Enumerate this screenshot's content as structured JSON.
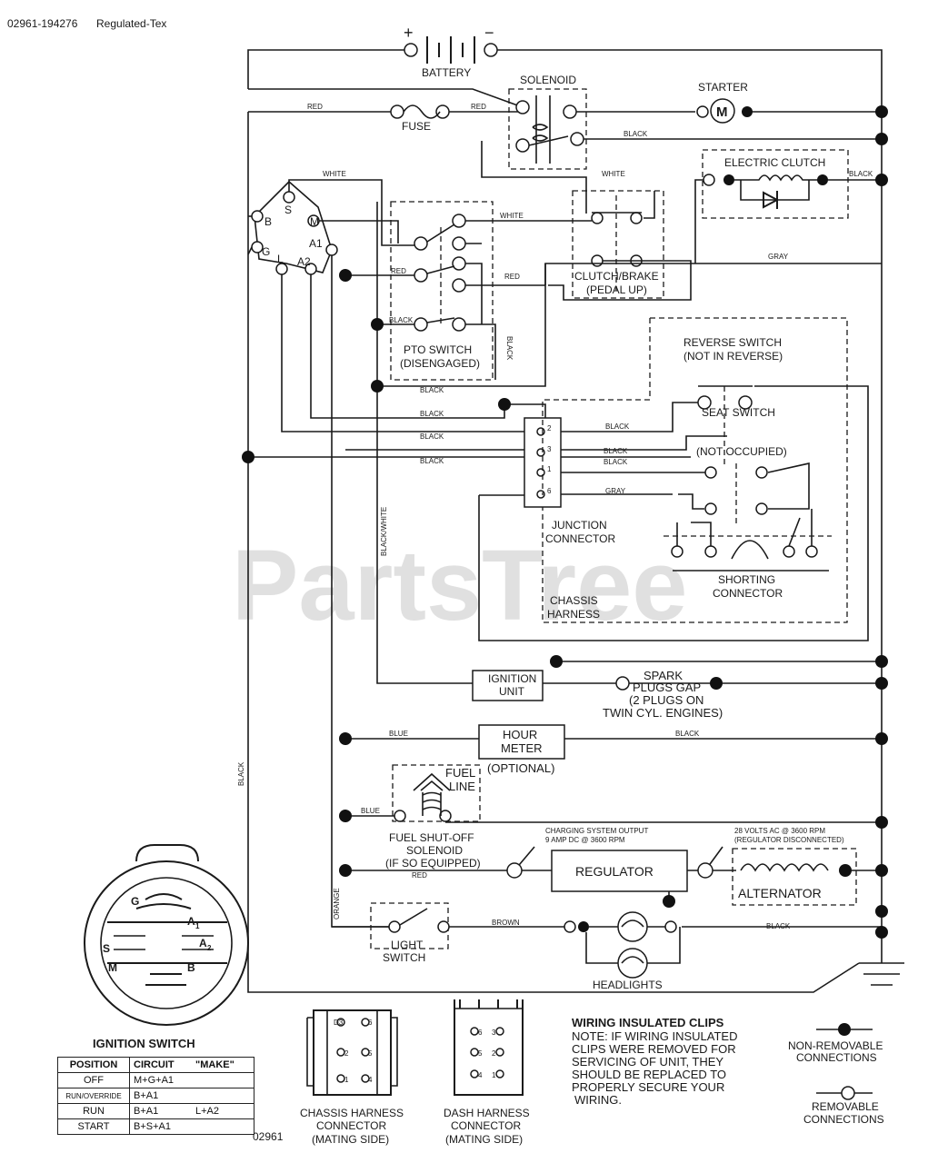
{
  "header": {
    "code": "02961-194276",
    "model": "Regulated-Tex"
  },
  "watermark": "PartsTree",
  "components": {
    "battery": "BATTERY",
    "battery_plus": "+",
    "battery_minus": "−",
    "solenoid": "SOLENOID",
    "starter": "STARTER",
    "starter_symbol": "M",
    "fuse": "FUSE",
    "electric_clutch": "ELECTRIC CLUTCH",
    "clutch_brake_1": "CLUTCH/BRAKE",
    "clutch_brake_2": "(PEDAL UP)",
    "pto_1": "PTO SWITCH",
    "pto_2": "(DISENGAGED)",
    "reverse_1": "REVERSE SWITCH",
    "reverse_2": "(NOT IN REVERSE)",
    "seat_1": "SEAT SWITCH",
    "seat_2": "(NOT OCCUPIED)",
    "junction_1": "JUNCTION",
    "junction_2": "CONNECTOR",
    "shorting_1": "SHORTING",
    "shorting_2": "CONNECTOR",
    "chassis_1": "CHASSIS",
    "chassis_2": "HARNESS",
    "ignition_unit_1": "IGNITION",
    "ignition_unit_2": "UNIT",
    "spark_1": "SPARK",
    "spark_2": "PLUGS GAP",
    "spark_3": "(2 PLUGS ON",
    "spark_4": "TWIN CYL. ENGINES)",
    "hour_1": "HOUR",
    "hour_2": "METER",
    "hour_3": "(OPTIONAL)",
    "fuel_line_1": "FUEL",
    "fuel_line_2": "LINE",
    "fuel_sol_1": "FUEL SHUT-OFF",
    "fuel_sol_2": "SOLENOID",
    "fuel_sol_3": "(IF SO EQUIPPED)",
    "charging_1": "CHARGING SYSTEM OUTPUT",
    "charging_2": "9 AMP DC @ 3600 RPM",
    "alt_volts_1": "28 VOLTS AC @ 3600 RPM",
    "alt_volts_2": "(REGULATOR DISCONNECTED)",
    "regulator": "REGULATOR",
    "alternator": "ALTERNATOR",
    "light_1": "LIGHT",
    "light_2": "SWITCH",
    "headlights": "HEADLIGHTS"
  },
  "terminals": {
    "jc_2": "2",
    "jc_3": "3",
    "jc_1": "1",
    "jc_6": "6",
    "ign_s": "S",
    "ign_b": "B",
    "ign_m": "M",
    "ign_a1": "A1",
    "ign_g": "G",
    "ign_l": "L",
    "ign_a2": "A2"
  },
  "wire_colors": {
    "red": "RED",
    "white": "WHITE",
    "black": "BLACK",
    "gray": "GRAY",
    "blue": "BLUE",
    "orange": "ORANGE",
    "brown": "BROWN",
    "black_white": "BLACK/WHITE"
  },
  "ignition_switch": {
    "title": "IGNITION SWITCH",
    "face": {
      "g": "G",
      "a1": "A",
      "a1_sub": "1",
      "a2": "A",
      "a2_sub": "2",
      "s": "S",
      "m": "M",
      "b": "B"
    }
  },
  "table": {
    "headers": [
      "POSITION",
      "CIRCUIT",
      "\"MAKE\""
    ],
    "rows": [
      {
        "position": "OFF",
        "circuit": "M+G+A1",
        "extra": ""
      },
      {
        "position": "RUN/OVERRIDE",
        "circuit": "B+A1",
        "extra": ""
      },
      {
        "position": "RUN",
        "circuit": "B+A1",
        "extra": "L+A2"
      },
      {
        "position": "START",
        "circuit": "B+S+A1",
        "extra": ""
      }
    ]
  },
  "footer_code": "02961",
  "connectors": {
    "chassis_title_1": "CHASSIS HARNESS",
    "chassis_title_2": "CONNECTOR",
    "chassis_title_3": "(MATING SIDE)",
    "chassis_pins": {
      "p3": "D3",
      "p2": "2",
      "p1": "1",
      "p6": "6",
      "p5": "5",
      "p4": "4"
    },
    "dash_title_1": "DASH HARNESS",
    "dash_title_2": "CONNECTOR",
    "dash_title_3": "(MATING SIDE)",
    "dash_pins": {
      "p6": "6",
      "p3": "3",
      "p5": "5",
      "p2": "2",
      "p4": "4",
      "p1": "1"
    }
  },
  "note": {
    "title": "WIRING INSULATED CLIPS",
    "lines": [
      "NOTE: IF WIRING INSULATED",
      "CLIPS WERE REMOVED FOR",
      "SERVICING OF UNIT, THEY",
      "SHOULD BE REPLACED TO",
      "PROPERLY SECURE YOUR",
      "WIRING."
    ]
  },
  "legend": {
    "nonremovable_1": "NON-REMOVABLE",
    "nonremovable_2": "CONNECTIONS",
    "removable_1": "REMOVABLE",
    "removable_2": "CONNECTIONS"
  }
}
